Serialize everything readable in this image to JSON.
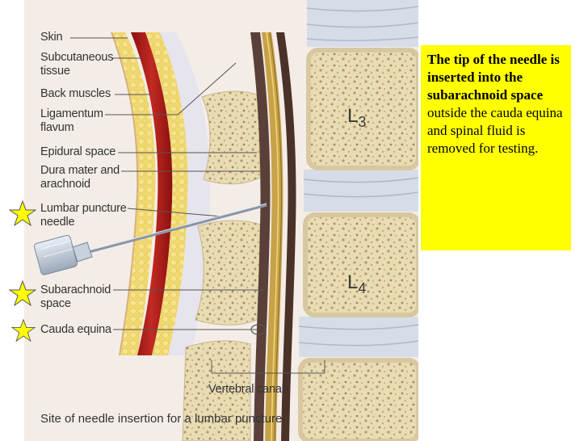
{
  "labels": {
    "skin": "Skin",
    "subcutaneous": "Subcutaneous\ntissue",
    "back_muscles": "Back muscles",
    "ligamentum": "Ligamentum\nflavum",
    "epidural": "Epidural space",
    "dura": "Dura mater and\narachnoid",
    "needle": "Lumbar puncture\nneedle",
    "subarachnoid": "Subarachnoid\nspace",
    "cauda": "Cauda equina",
    "canal": "Vertebral canal"
  },
  "vertebrae": {
    "l3": {
      "letter": "L",
      "num": "3"
    },
    "l4": {
      "letter": "L",
      "num": "4"
    }
  },
  "caption": "Site of needle insertion for a lumbar puncture.",
  "callout": {
    "bold": "The tip of the needle is inserted into the subarachnoid space",
    "normal": " outside the cauda equina and spinal fluid is removed for testing."
  },
  "stars": [
    "needle-star",
    "subarachnoid-star",
    "cauda-star"
  ],
  "colors": {
    "callout_bg": "#ffff00",
    "star_fill": "#ffff00"
  }
}
